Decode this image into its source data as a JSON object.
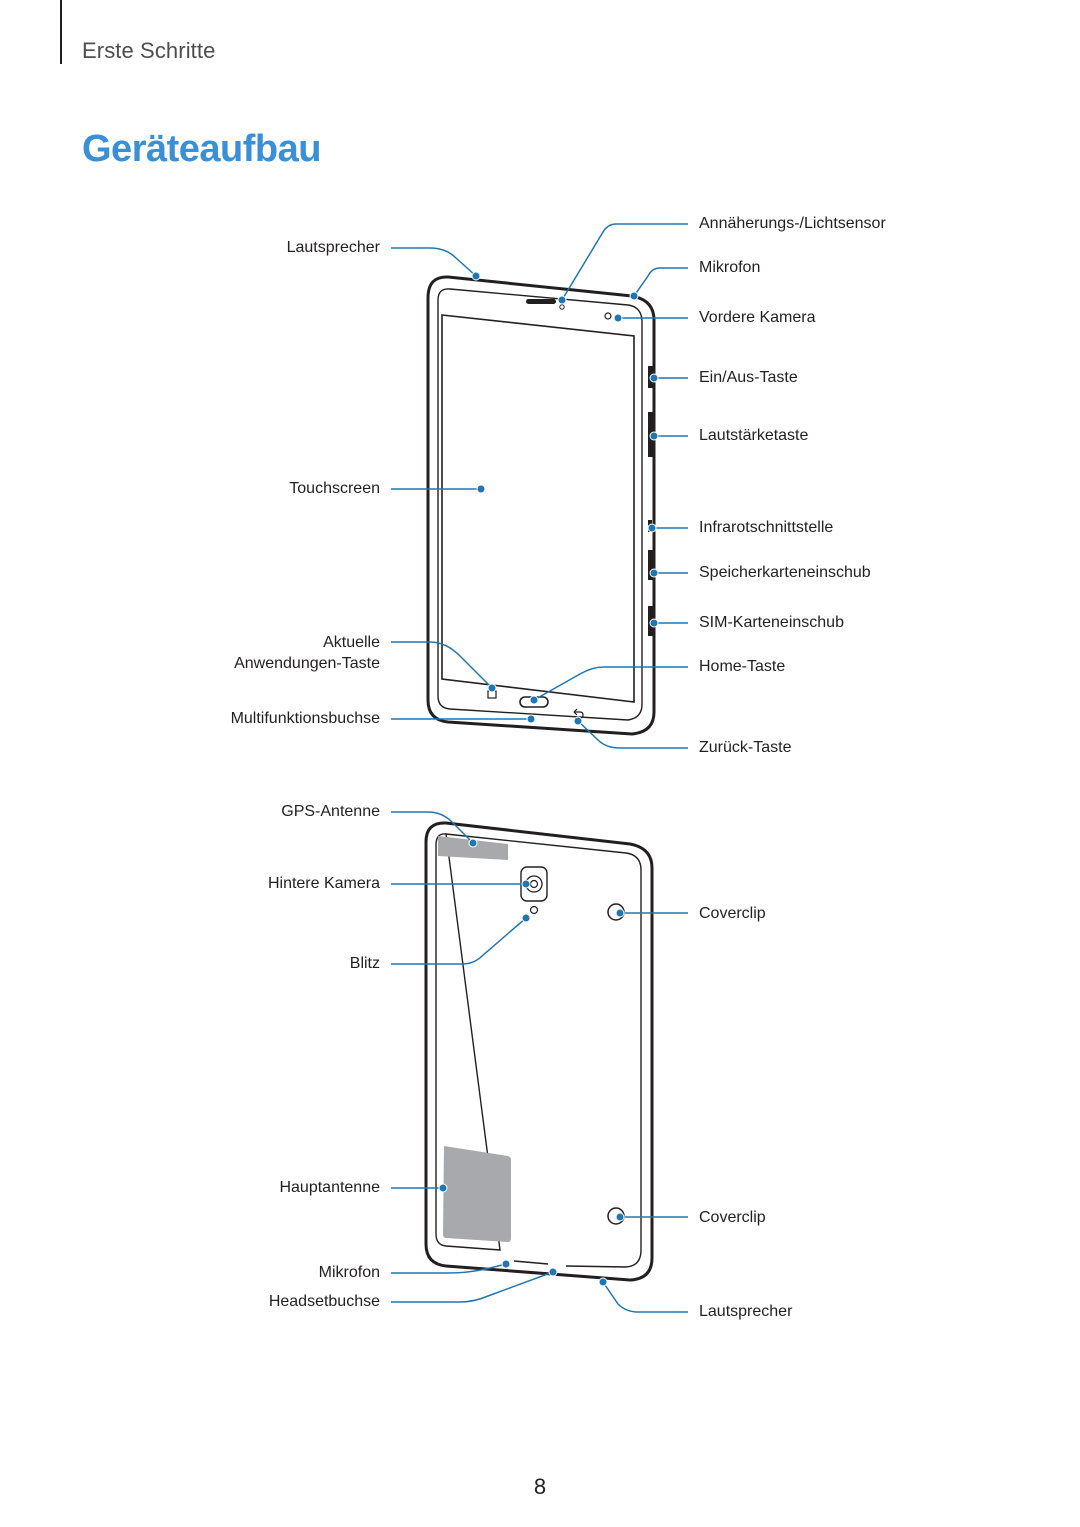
{
  "header": {
    "section": "Erste Schritte",
    "title": "Geräteaufbau"
  },
  "front_labels": {
    "speaker": "Lautsprecher",
    "touchscreen": "Touchscreen",
    "recent_apps_line1": "Aktuelle",
    "recent_apps_line2": "Anwendungen-Taste",
    "multipurpose_jack": "Multifunktionsbuchse",
    "proximity_sensor": "Annäherungs-/Lichtsensor",
    "microphone": "Mikrofon",
    "front_camera": "Vordere Kamera",
    "power_key": "Ein/Aus-Taste",
    "volume_key": "Lautstärketaste",
    "ir_led": "Infrarotschnittstelle",
    "memory_card_slot": "Speicherkarteneinschub",
    "sim_card_slot": "SIM-Karteneinschub",
    "home_key": "Home-Taste",
    "back_key": "Zurück-Taste"
  },
  "back_labels": {
    "gps_antenna": "GPS-Antenne",
    "rear_camera": "Hintere Kamera",
    "flash": "Blitz",
    "main_antenna": "Hauptantenne",
    "microphone": "Mikrofon",
    "headset_jack": "Headsetbuchse",
    "cover_clip_top": "Coverclip",
    "cover_clip_bottom": "Coverclip",
    "speaker": "Lautsprecher"
  },
  "footer": {
    "page_number": "8"
  },
  "colors": {
    "accent": "#3a8fd9",
    "callout": "#1f76b3",
    "antenna_fill": "#a7a9ac"
  }
}
